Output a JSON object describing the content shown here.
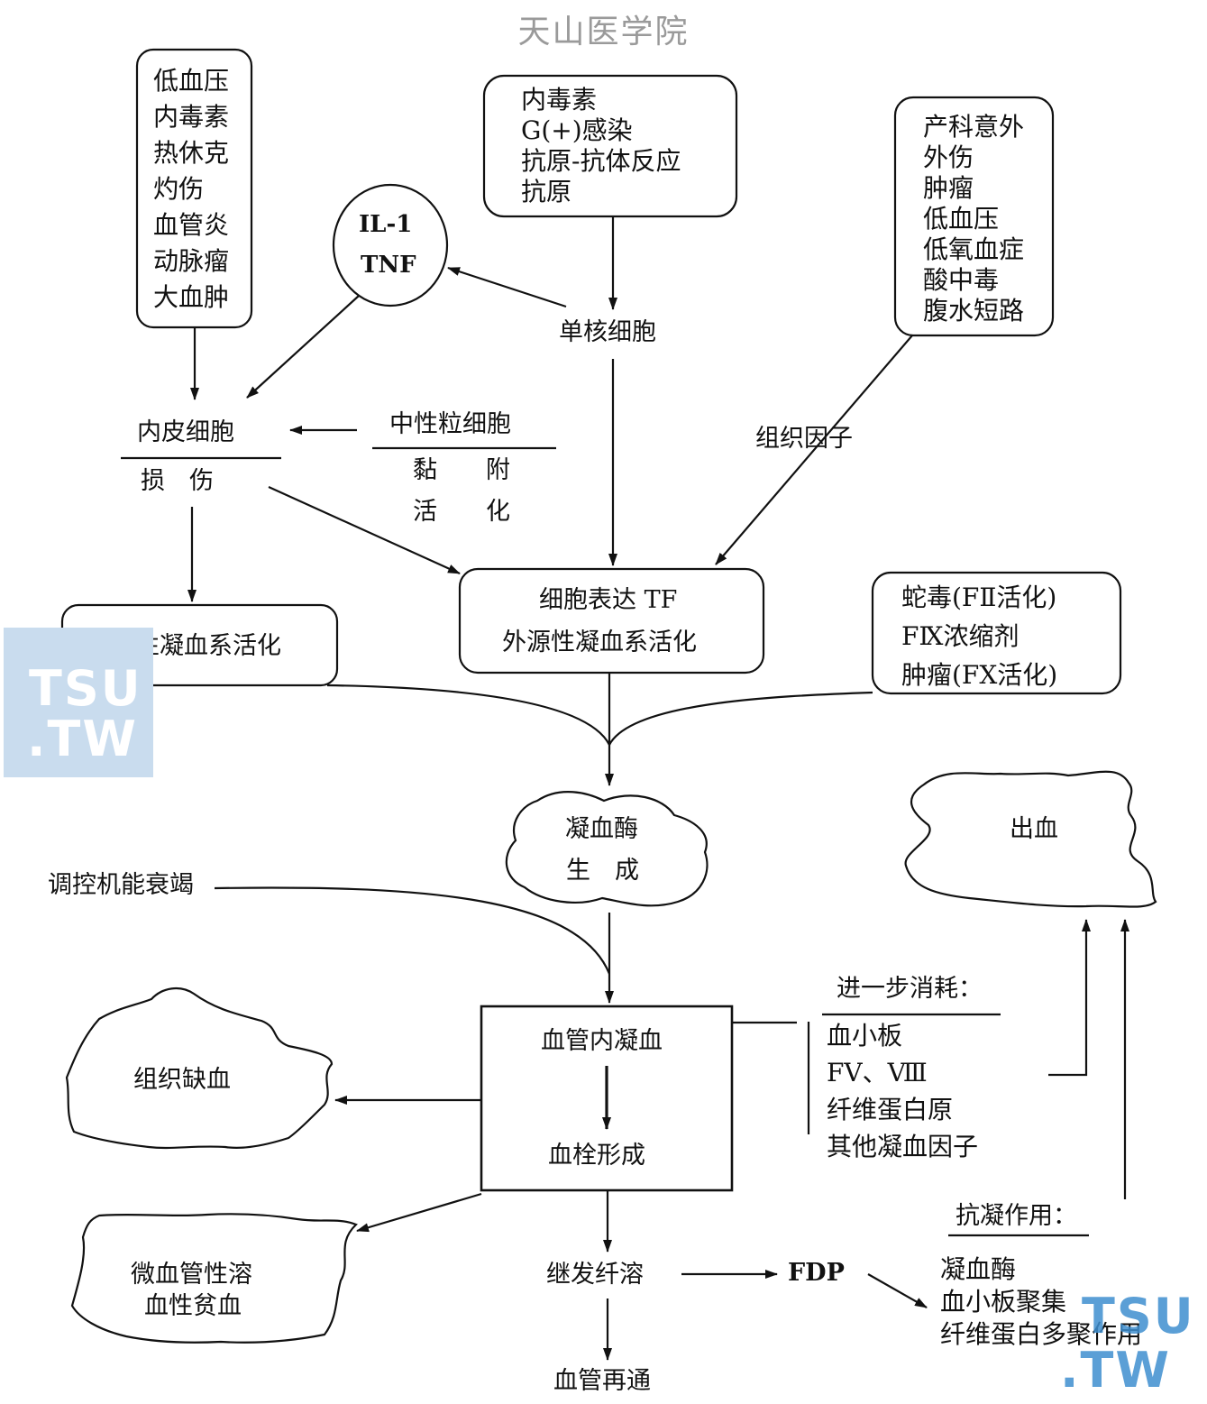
{
  "watermark_title": "天山医学院",
  "watermark_logo": {
    "line1": "TSU",
    "line2": ".TW"
  },
  "causes_box": [
    "低血压",
    "内毒素",
    "热休克",
    "灼伤",
    "血管炎",
    "动脉瘤",
    "大血肿"
  ],
  "cytokines": [
    "IL-1",
    "TNF"
  ],
  "infection_box": [
    "内毒素",
    "G(+)感染",
    "抗原-抗体反应",
    "抗原"
  ],
  "trauma_box": [
    "产科意外",
    "外伤",
    "肿瘤",
    "低血压",
    "低氧血症",
    "酸中毒",
    "腹水短路"
  ],
  "monocyte": "单核细胞",
  "endothelial": {
    "top": "内皮细胞",
    "bottom": "损　伤"
  },
  "neutrophil": {
    "title": "中性粒细胞",
    "row1": "黏　　附",
    "row2": "活　　化"
  },
  "tissue_factor": "组织因子",
  "intrinsic": "内源性凝血系活化",
  "extrinsic": {
    "line1": "细胞表达 TF",
    "line2": "外源性凝血系活化"
  },
  "other_activators": [
    "蛇毒(FⅡ活化)",
    "FⅨ浓缩剂",
    "肿瘤(FⅩ活化)"
  ],
  "thrombin": {
    "line1": "凝血酶",
    "line2": "生　成"
  },
  "bleeding": "出血",
  "regulation_failure": "调控机能衰竭",
  "dic_box": {
    "line1": "血管内凝血",
    "line2": "血栓形成"
  },
  "consumption": {
    "title": "进一步消耗：",
    "items": [
      "血小板",
      "FV、Ⅷ",
      "纤维蛋白原",
      "其他凝血因子"
    ]
  },
  "ischemia": "组织缺血",
  "hemolysis": [
    "微血管性溶",
    "血性贫血"
  ],
  "fibrinolysis": "继发纤溶",
  "fdp": "FDP",
  "recanalization": "血管再通",
  "anticoagulation": {
    "title": "抗凝作用：",
    "items": [
      "凝血酶",
      "血小板聚集",
      "纤维蛋白多聚作用"
    ]
  }
}
